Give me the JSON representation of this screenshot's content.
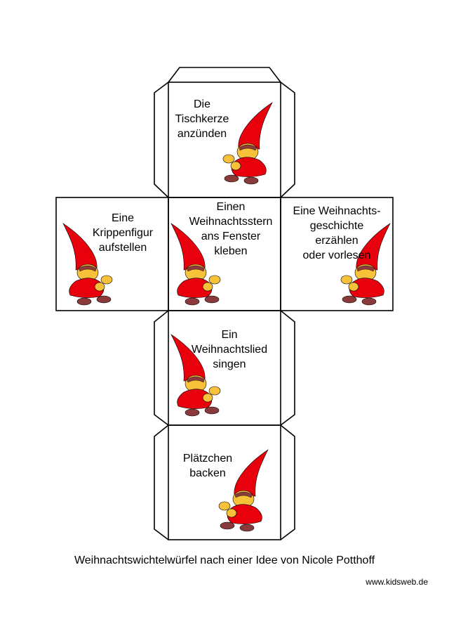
{
  "faces": {
    "top": "Die\nTischkerze\nanzünden",
    "left": "Eine\nKrippenfigur\naufstellen",
    "center": "Einen\nWeihnachtsstern\nans Fenster\nkleben",
    "right": "Eine Weihnachts-\ngeschichte\nerzählen\noder vorlesen",
    "below": "Ein\nWeihnachtslied\nsingen",
    "bottom": "Plätzchen\nbacken"
  },
  "caption": "Weihnachtswichtelwürfel nach einer Idee von Nicole Potthoff",
  "website": "www.kidsweb.de",
  "colors": {
    "gnome_red": "#e8000d",
    "gnome_skin": "#f7c23a",
    "gnome_boots": "#8a3a3a",
    "outline": "#000000"
  }
}
